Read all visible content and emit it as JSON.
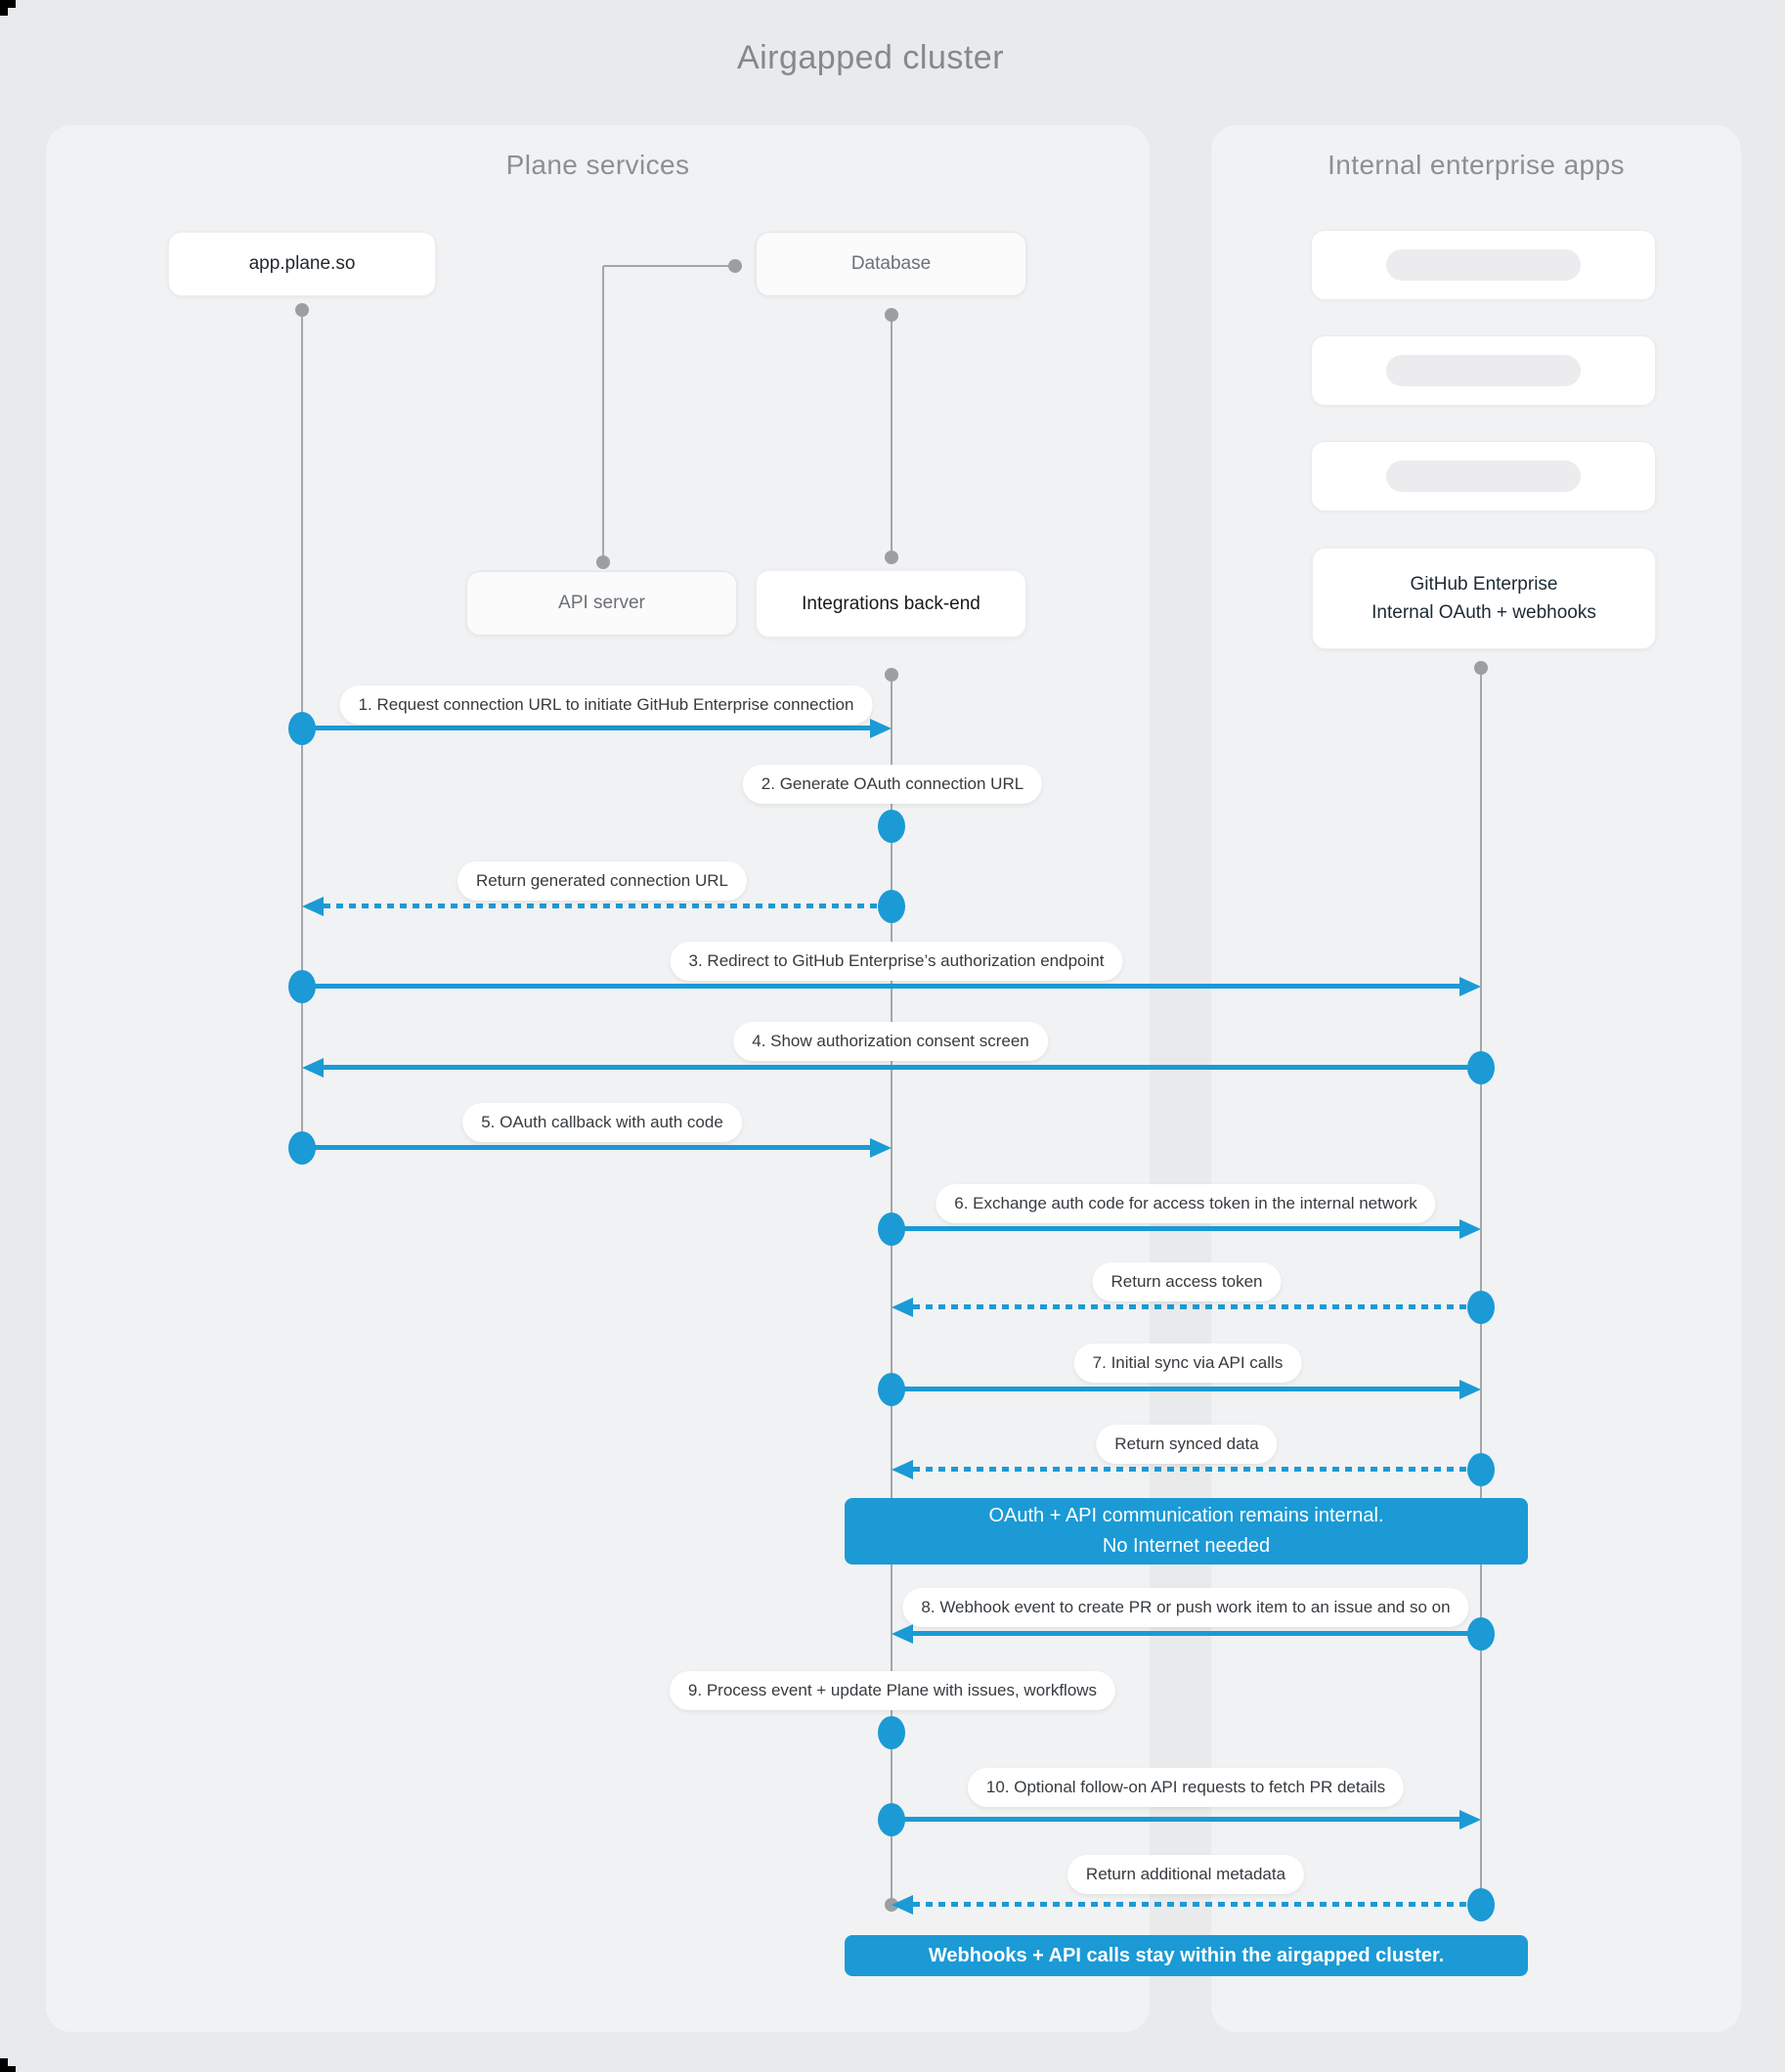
{
  "title": "Airgapped cluster",
  "panels": {
    "left": {
      "title": "Plane services"
    },
    "right": {
      "title": "Internal enterprise apps"
    }
  },
  "actors": {
    "app_plane": {
      "label": "app.plane.so"
    },
    "database": {
      "label": "Database"
    },
    "api_server": {
      "label": "API server"
    },
    "integrations": {
      "label": "Integrations back-end"
    },
    "github": {
      "line1": "GitHub Enterprise",
      "line2": "Internal OAuth + webhooks"
    }
  },
  "placeholder_apps": {
    "count": 3
  },
  "messages": [
    {
      "label": "1. Request connection URL to initiate GitHub Enterprise connection",
      "style": "solid",
      "from": "app.plane.so",
      "to": "Integrations back-end"
    },
    {
      "label": "2. Generate OAuth connection URL",
      "style": "self",
      "from": "Integrations back-end",
      "to": "Integrations back-end"
    },
    {
      "label": "Return generated connection URL",
      "style": "dashed",
      "from": "Integrations back-end",
      "to": "app.plane.so"
    },
    {
      "label": "3. Redirect to GitHub Enterprise’s authorization endpoint",
      "style": "solid",
      "from": "app.plane.so",
      "to": "GitHub Enterprise"
    },
    {
      "label": "4. Show authorization consent screen",
      "style": "solid",
      "from": "GitHub Enterprise",
      "to": "app.plane.so"
    },
    {
      "label": "5. OAuth callback with auth code",
      "style": "solid",
      "from": "app.plane.so",
      "to": "Integrations back-end"
    },
    {
      "label": "6. Exchange auth code for access token in the internal network",
      "style": "solid",
      "from": "Integrations back-end",
      "to": "GitHub Enterprise"
    },
    {
      "label": "Return access token",
      "style": "dashed",
      "from": "GitHub Enterprise",
      "to": "Integrations back-end"
    },
    {
      "label": "7. Initial sync via API calls",
      "style": "solid",
      "from": "Integrations back-end",
      "to": "GitHub Enterprise"
    },
    {
      "label": "Return synced data",
      "style": "dashed",
      "from": "GitHub Enterprise",
      "to": "Integrations back-end"
    },
    {
      "label": "8. Webhook event to create PR  or push work item to an issue  and so on",
      "style": "solid",
      "from": "GitHub Enterprise",
      "to": "Integrations back-end"
    },
    {
      "label": "9. Process event + update Plane with issues, workflows",
      "style": "self",
      "from": "Integrations back-end",
      "to": "Integrations back-end"
    },
    {
      "label": "10. Optional follow-on API requests to fetch PR details",
      "style": "solid",
      "from": "Integrations back-end",
      "to": "GitHub Enterprise"
    },
    {
      "label": "Return additional metadata",
      "style": "dashed",
      "from": "GitHub Enterprise",
      "to": "Integrations back-end"
    }
  ],
  "banners": [
    {
      "line1": "OAuth + API communication remains internal.",
      "line2": "No Internet needed"
    },
    {
      "line1": "Webhooks + API calls stay within the airgapped cluster."
    }
  ],
  "colors": {
    "accent": "#1b9ad5",
    "lifeline": "#a3a7ab",
    "panel": "#f1f2f3",
    "background": "#e9eaeb"
  }
}
